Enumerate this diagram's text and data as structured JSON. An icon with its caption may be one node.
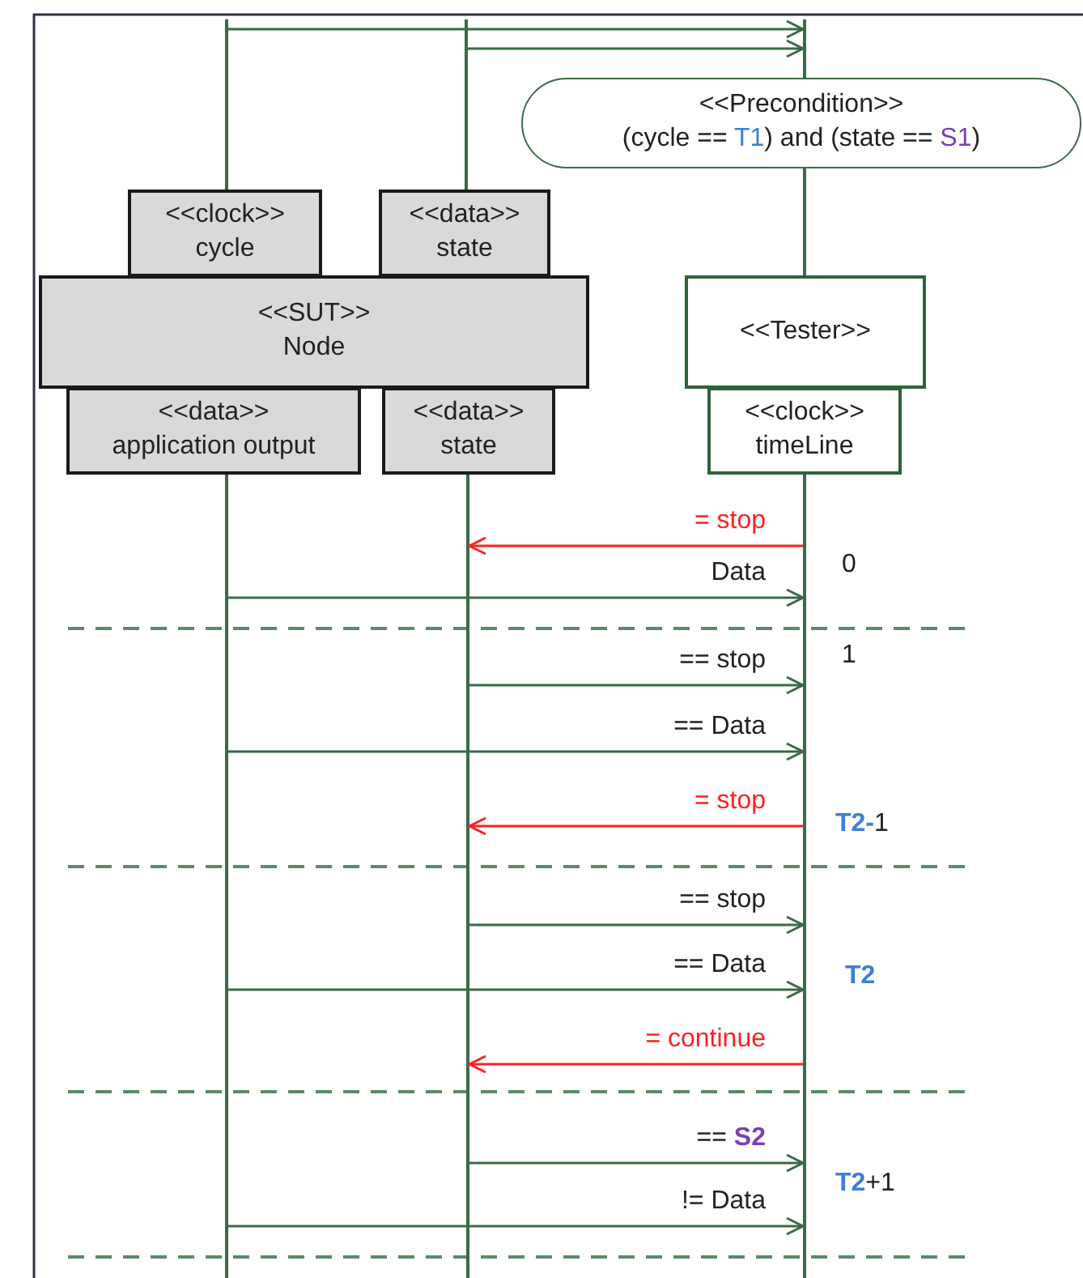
{
  "diagram": {
    "nodes": [
      {
        "text": [
          "<<Precondition>>",
          "(cycle == **T1**) and (state == **S1**)"
        ]
      },
      {
        "text": [
          "<<clock>>",
          "cycle"
        ]
      },
      {
        "text": [
          "<<data>>",
          "state"
        ]
      },
      {
        "text": [
          "<<SUT>>",
          "Node"
        ]
      },
      {
        "text": [
          "<<Tester>>"
        ]
      },
      {
        "text": [
          "<<data>>",
          "application output"
        ]
      },
      {
        "text": [
          "<<data>>",
          "state"
        ]
      },
      {
        "text": [
          "<<clock>>",
          "timeLine"
        ]
      },
      {
        "text": [],
        "shape": "bar"
      },
      {
        "text": [],
        "shape": "bar"
      },
      {
        "text": [],
        "shape": "bar"
      },
      {
        "text": [],
        "shape": "bar"
      },
      {
        "text": [],
        "shape": "bar"
      },
      {
        "text": [],
        "shape": "bar"
      }
    ],
    "edges": [
      {
        "from": 8,
        "to": 10,
        "arrow": "to"
      },
      {
        "from": 9,
        "to": 10,
        "arrow": "to"
      },
      {
        "from": 13,
        "to": 12,
        "arrow": "to",
        "label": "= stop",
        "color": "#ff2020"
      },
      {
        "from": 11,
        "to": 13,
        "arrow": "to",
        "label": "Data"
      },
      {
        "from": 12,
        "to": 13,
        "arrow": "to",
        "label": "== stop"
      },
      {
        "from": 11,
        "to": 13,
        "arrow": "to",
        "label": "== Data"
      },
      {
        "from": 13,
        "to": 12,
        "arrow": "to",
        "label": "= stop",
        "color": "#ff2020"
      },
      {
        "from": 12,
        "to": 13,
        "arrow": "to",
        "label": "== stop"
      },
      {
        "from": 11,
        "to": 13,
        "arrow": "to",
        "label": "== Data"
      },
      {
        "from": 13,
        "to": 12,
        "arrow": "to",
        "label": "= continue",
        "color": "#ff2020"
      },
      {
        "from": 12,
        "to": 13,
        "arrow": "to",
        "label": "== **S2**"
      },
      {
        "from": 11,
        "to": 13,
        "arrow": "to",
        "label": "!= Data"
      }
    ],
    "labels": [
      "0",
      "1",
      "**T2-**1",
      "**T2**",
      "**T2**+1"
    ]
  }
}
